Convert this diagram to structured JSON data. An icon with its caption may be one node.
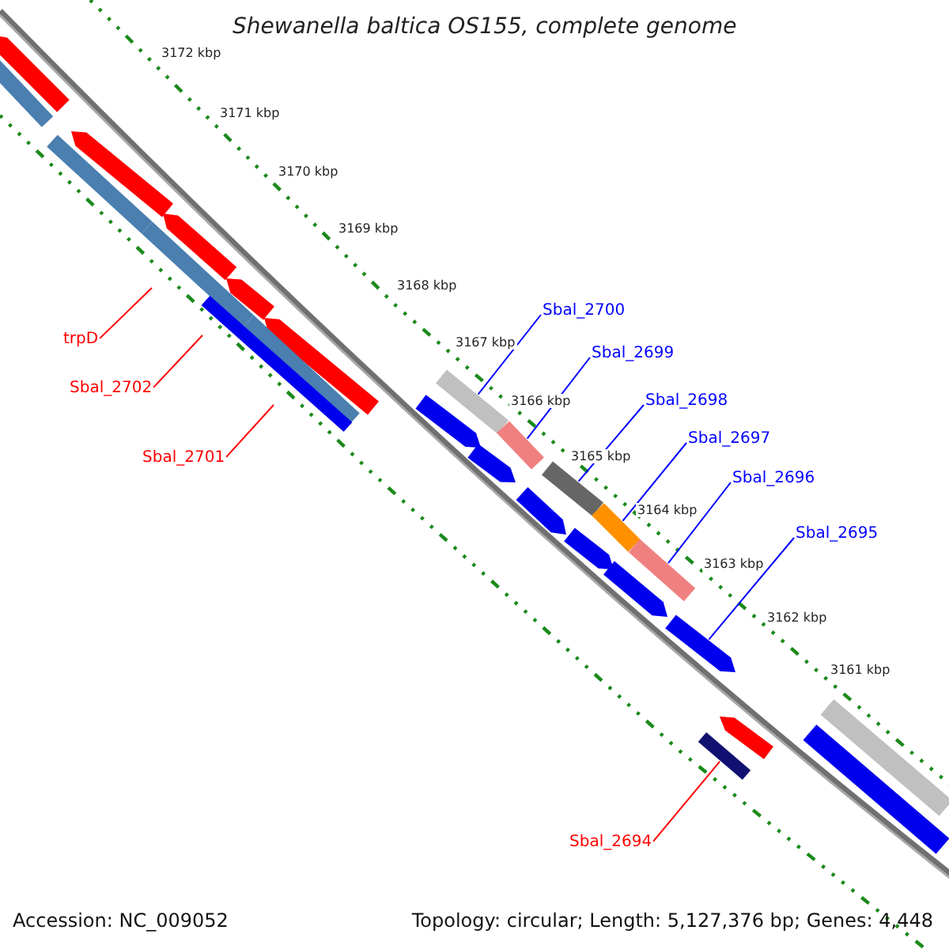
{
  "diagram": {
    "title": "Shewanella baltica OS155, complete genome",
    "nodes": [
      {
        "text": [
          "trpD"
        ]
      },
      {
        "text": [
          "Sbal_2702"
        ]
      },
      {
        "text": [
          "Sbal_2701"
        ]
      },
      {
        "text": [
          "Sbal_2700"
        ]
      },
      {
        "text": [
          "Sbal_2699"
        ]
      },
      {
        "text": [
          "Sbal_2698"
        ]
      },
      {
        "text": [
          "Sbal_2697"
        ]
      },
      {
        "text": [
          "Sbal_2696"
        ]
      },
      {
        "text": [
          "Sbal_2695"
        ]
      },
      {
        "text": [
          "Sbal_2694"
        ]
      },
      {
        "text": [],
        "shape": "bar"
      },
      {
        "text": [],
        "shape": "bar"
      },
      {
        "text": [],
        "shape": "bar"
      },
      {
        "text": [],
        "shape": "bar"
      },
      {
        "text": [],
        "shape": "bar"
      },
      {
        "text": [],
        "shape": "arrow"
      },
      {
        "text": [],
        "shape": "bar"
      },
      {
        "text": [],
        "shape": "arrow"
      },
      {
        "text": [],
        "shape": "arrow"
      },
      {
        "text": [],
        "shape": "arrow"
      },
      {
        "text": [],
        "shape": "arrow"
      },
      {
        "text": [],
        "shape": "arrow"
      },
      {
        "text": [],
        "shape": "bar"
      },
      {
        "text": [],
        "shape": "bar"
      },
      {
        "text": [],
        "shape": "bar"
      },
      {
        "text": [],
        "shape": "bar"
      },
      {
        "text": [],
        "shape": "bar"
      },
      {
        "text": [],
        "shape": "arrow"
      },
      {
        "text": [],
        "shape": "arrow"
      },
      {
        "text": [],
        "shape": "arrow"
      },
      {
        "text": [],
        "shape": "arrow"
      },
      {
        "text": [],
        "shape": "arrow"
      },
      {
        "text": [],
        "shape": "bar"
      },
      {
        "text": [],
        "shape": "bar"
      },
      {
        "text": [],
        "shape": "arrow"
      }
    ],
    "edges": [
      {
        "from": 0,
        "to": null,
        "arrow": "none",
        "color": "#ff0000"
      },
      {
        "from": 1,
        "to": null,
        "arrow": "none",
        "color": "#ff0000"
      },
      {
        "from": 2,
        "to": null,
        "arrow": "none",
        "color": "#ff0000"
      },
      {
        "from": 3,
        "to": 10,
        "arrow": "none"
      },
      {
        "from": 4,
        "to": 11,
        "arrow": "none"
      },
      {
        "from": 5,
        "to": 12,
        "arrow": "none"
      },
      {
        "from": 6,
        "to": 13,
        "arrow": "none"
      },
      {
        "from": 7,
        "to": 14,
        "arrow": "none"
      },
      {
        "from": 8,
        "to": 15,
        "arrow": "none"
      },
      {
        "from": 9,
        "to": 16,
        "arrow": "none",
        "color": "#ff0000"
      }
    ],
    "labels": [
      "3172 kbp",
      "3171 kbp",
      "3170 kbp",
      "3169 kbp",
      "3168 kbp",
      "3167 kbp",
      "3166 kbp",
      "3165 kbp",
      "3164 kbp",
      "3163 kbp",
      "3162 kbp",
      "3161 kbp",
      "Accession: NC_009052",
      "Topology: circular; Length: 5,127,376 bp; Genes: 4,448"
    ]
  }
}
